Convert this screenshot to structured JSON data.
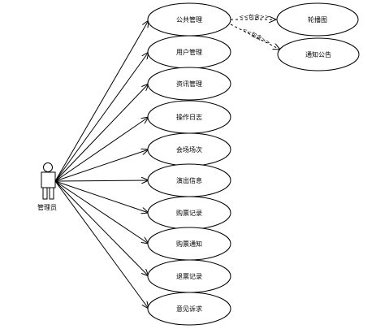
{
  "actor": {
    "label": "管理员",
    "icon": "stick-figure-actor-icon"
  },
  "use_cases": [
    {
      "label": "公共管理"
    },
    {
      "label": "用户管理"
    },
    {
      "label": "资讯管理"
    },
    {
      "label": "操作日志"
    },
    {
      "label": "会场场次"
    },
    {
      "label": "演出信息"
    },
    {
      "label": "购票记录"
    },
    {
      "label": "购票通知"
    },
    {
      "label": "退票记录"
    },
    {
      "label": "意见诉求"
    }
  ],
  "included_use_cases": [
    {
      "label": "轮播图"
    },
    {
      "label": "通知公告"
    }
  ],
  "relations": {
    "include_label_1": "<<包含>>",
    "include_label_2": "<<包含>>"
  }
}
